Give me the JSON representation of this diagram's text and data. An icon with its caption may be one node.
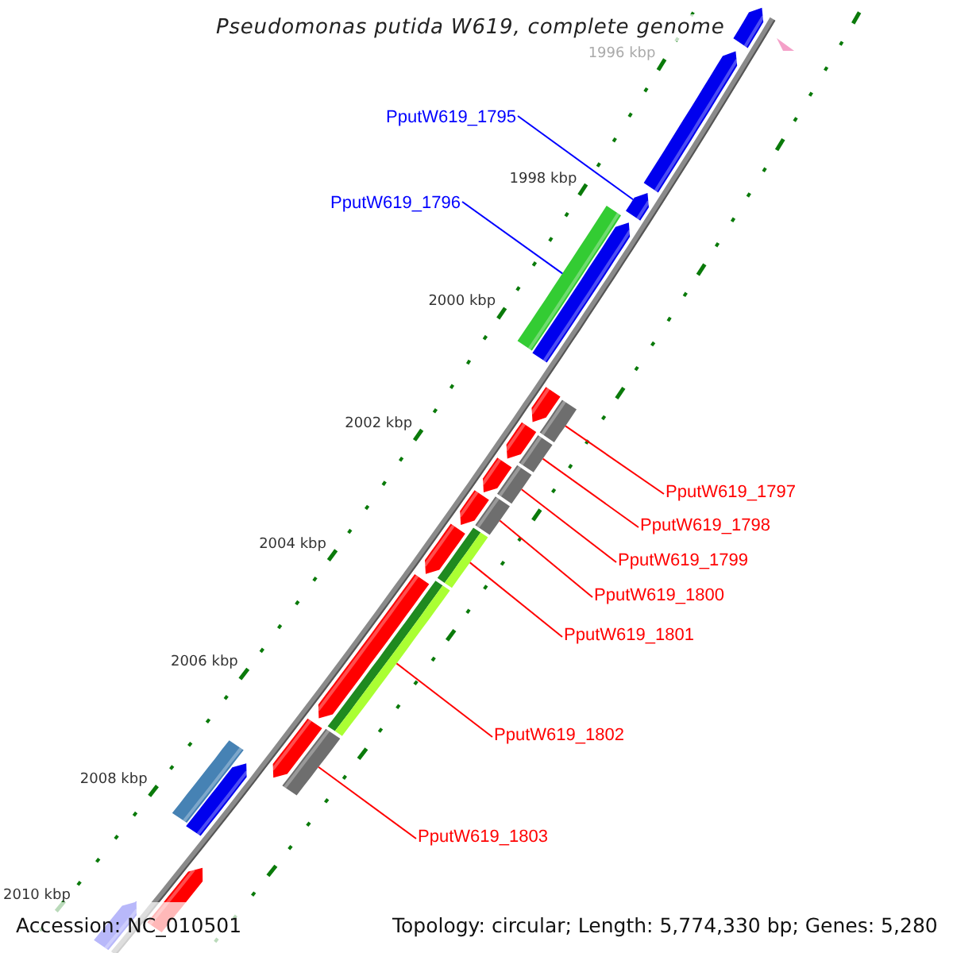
{
  "diagram": {
    "title": "Pseudomonas putida W619, complete genome",
    "nodes": [
      {
        "text": [
          "PputW619_1795"
        ]
      },
      {
        "text": [
          "PputW619_1796"
        ]
      },
      {
        "text": [
          "PputW619_1797"
        ]
      },
      {
        "text": [
          "PputW619_1798"
        ]
      },
      {
        "text": [
          "PputW619_1799"
        ]
      },
      {
        "text": [
          "PputW619_1800"
        ]
      },
      {
        "text": [
          "PputW619_1801"
        ]
      },
      {
        "text": [
          "PputW619_1802"
        ]
      },
      {
        "text": [
          "PputW619_1803"
        ]
      },
      {
        "text": [],
        "shape": "bar"
      },
      {
        "text": [],
        "shape": "bar"
      },
      {
        "text": [],
        "shape": "bar"
      },
      {
        "text": [],
        "shape": "bar"
      },
      {
        "text": [],
        "shape": "bar"
      },
      {
        "text": [],
        "shape": "bar"
      },
      {
        "text": [],
        "shape": "bar"
      },
      {
        "text": [],
        "shape": "bar"
      },
      {
        "text": [],
        "shape": "bar"
      },
      {
        "text": [],
        "shape": "bar"
      },
      {
        "text": [],
        "shape": "bar"
      },
      {
        "text": [],
        "shape": "bar"
      },
      {
        "text": [],
        "shape": "bar"
      },
      {
        "text": [],
        "shape": "bar"
      },
      {
        "text": [],
        "shape": "bar"
      },
      {
        "text": [],
        "shape": "bar"
      },
      {
        "text": [],
        "shape": "bar"
      },
      {
        "text": [],
        "shape": "bar"
      },
      {
        "text": [],
        "shape": "bar"
      },
      {
        "text": [],
        "shape": "bar"
      },
      {
        "text": [],
        "shape": "bar"
      },
      {
        "text": [],
        "shape": "bar"
      },
      {
        "text": [],
        "shape": "bar"
      }
    ],
    "edges": [
      {
        "from": 0,
        "to": 11,
        "arrow": "none",
        "color": "#0000ff"
      },
      {
        "from": 1,
        "to": 13,
        "arrow": "none",
        "color": "#0000ff"
      },
      {
        "from": 2,
        "to": 15,
        "arrow": "none"
      },
      {
        "from": 3,
        "to": 17,
        "arrow": "none"
      },
      {
        "from": 4,
        "to": 19,
        "arrow": "none"
      },
      {
        "from": 5,
        "to": 21,
        "arrow": "none"
      },
      {
        "from": 6,
        "to": 23,
        "arrow": "none"
      },
      {
        "from": 7,
        "to": 25,
        "arrow": "none"
      },
      {
        "from": 8,
        "to": 27,
        "arrow": "none"
      }
    ],
    "labels": [
      "1996 kbp",
      "1998 kbp",
      "2000 kbp",
      "2002 kbp",
      "2004 kbp",
      "2006 kbp",
      "2008 kbp",
      "2010 kbp",
      "Accession: NC_010501",
      "Topology: circular; Length: 5,774,330 bp; Genes: 5,280"
    ]
  }
}
